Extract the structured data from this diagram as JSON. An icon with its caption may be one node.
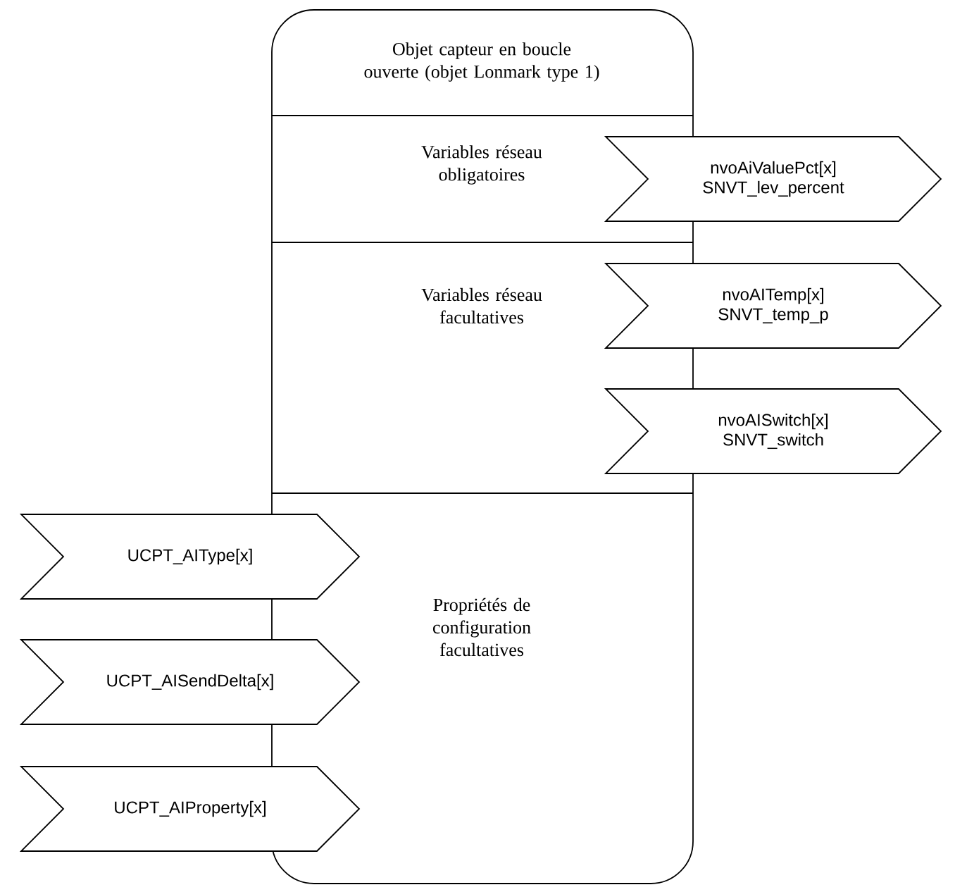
{
  "diagram": {
    "nodes": [
      {
        "text": [
          "Objet capteur en boucle ouverte (objet Lonmark type 1)"
        ]
      },
      {
        "text": [
          "Variables réseau obligatoires"
        ],
        "in": 0
      },
      {
        "text": [
          "Variables réseau facultatives"
        ],
        "in": 0
      },
      {
        "text": [
          "Propriétés de configuration facultatives"
        ],
        "in": 0
      },
      {
        "text": [
          "nvoAiValuePct[x]",
          "SNVT_lev_percent"
        ]
      },
      {
        "text": [
          "nvoAITemp[x]",
          "SNVT_temp_p"
        ]
      },
      {
        "text": [
          "nvoAISwitch[x]",
          "SNVT_switch"
        ]
      },
      {
        "text": [
          "UCPT_AIType[x]"
        ]
      },
      {
        "text": [
          "UCPT_AISendDelta[x]"
        ]
      },
      {
        "text": [
          "UCPT_AIProperty[x]"
        ]
      }
    ]
  }
}
